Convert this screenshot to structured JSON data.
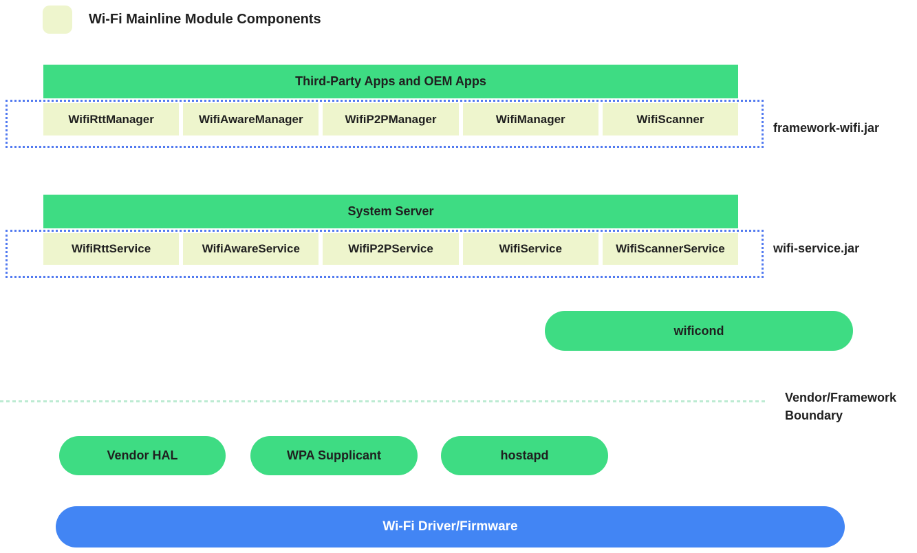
{
  "colors": {
    "component_green": "#3edc83",
    "module_pale_yellow_green": "#eef5cd",
    "jar_boundary_blue": "#527af0",
    "vendor_boundary_mint": "#bcebd2",
    "driver_blue": "#4285f4",
    "text": "#1f1f1f",
    "driver_text": "#ffffff"
  },
  "legend": {
    "label": "Wi-Fi Mainline Module Components"
  },
  "sections": [
    {
      "header": "Third-Party Apps and OEM Apps",
      "boxes": [
        "WifiRttManager",
        "WifiAwareManager",
        "WifiP2PManager",
        "WifiManager",
        "WifiScanner"
      ],
      "jar_label": "framework-wifi.jar"
    },
    {
      "header": "System Server",
      "boxes": [
        "WifiRttService",
        "WifiAwareService",
        "WifiP2PService",
        "WifiService",
        "WifiScannerService"
      ],
      "jar_label": "wifi-service.jar"
    }
  ],
  "wificond": {
    "label": "wificond"
  },
  "boundary": {
    "label_line1": "Vendor/Framework",
    "label_line2": "Boundary"
  },
  "vendor_components": [
    {
      "label": "Vendor HAL"
    },
    {
      "label": "WPA Supplicant"
    },
    {
      "label": "hostapd"
    }
  ],
  "driver": {
    "label": "Wi-Fi Driver/Firmware"
  }
}
